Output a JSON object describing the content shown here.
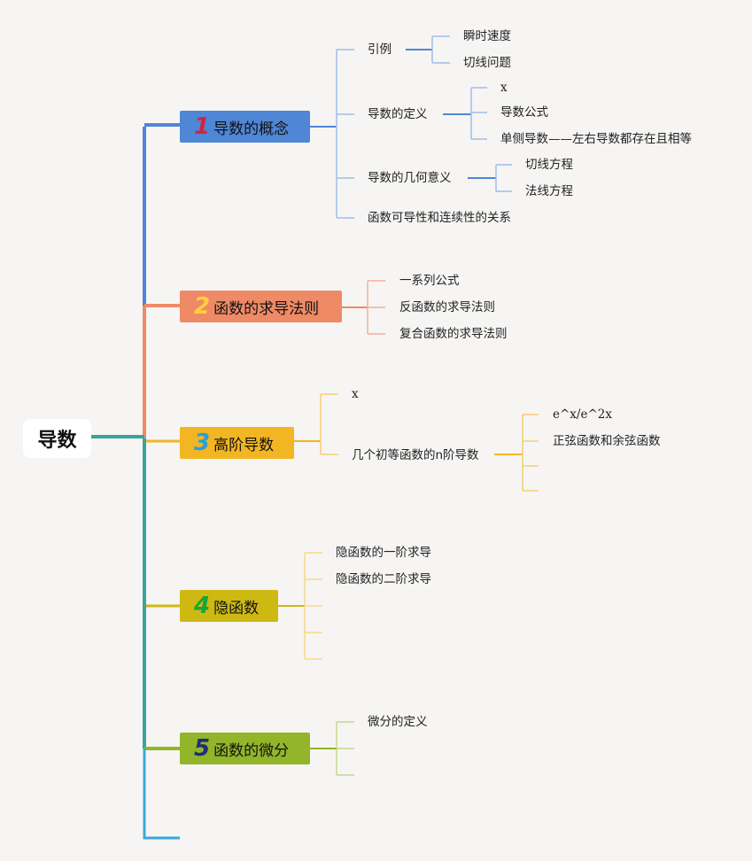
{
  "root": {
    "label": "导数"
  },
  "colors": {
    "blue": "#4f86d6",
    "orange": "#ef8a66",
    "gold": "#f2b622",
    "olive": "#cdb912",
    "green": "#92b52a",
    "teal": "#3ba39a",
    "cyan": "#3aa7d8",
    "num1": "#d02542",
    "num2": "#ffd23a",
    "num3": "#2aa0d8",
    "num4": "#17a63a",
    "num5": "#1f2e7a"
  },
  "branches": [
    {
      "num": "1",
      "label": "导数的概念",
      "children": [
        {
          "label": "引例",
          "children": [
            "瞬时速度",
            "切线问题"
          ]
        },
        {
          "label": "导数的定义",
          "children": [
            "x",
            "导数公式",
            "单侧导数——左右导数都存在且相等"
          ]
        },
        {
          "label": "导数的几何意义",
          "children": [
            "切线方程",
            "法线方程"
          ]
        },
        {
          "label": "函数可导性和连续性的关系",
          "children": []
        }
      ]
    },
    {
      "num": "2",
      "label": "函数的求导法则",
      "children": [
        {
          "label": "一系列公式"
        },
        {
          "label": "反函数的求导法则"
        },
        {
          "label": "复合函数的求导法则"
        }
      ]
    },
    {
      "num": "3",
      "label": "高阶导数",
      "children": [
        {
          "label": "x",
          "children": []
        },
        {
          "label": "几个初等函数的n阶导数",
          "children": [
            "e^x/e^2x",
            "正弦函数和余弦函数",
            "",
            ""
          ]
        }
      ]
    },
    {
      "num": "4",
      "label": "隐函数",
      "children": [
        {
          "label": "隐函数的一阶求导"
        },
        {
          "label": "隐函数的二阶求导"
        },
        {
          "label": ""
        },
        {
          "label": ""
        },
        {
          "label": ""
        }
      ]
    },
    {
      "num": "5",
      "label": "函数的微分",
      "children": [
        {
          "label": "微分的定义"
        },
        {
          "label": ""
        },
        {
          "label": ""
        }
      ]
    }
  ]
}
